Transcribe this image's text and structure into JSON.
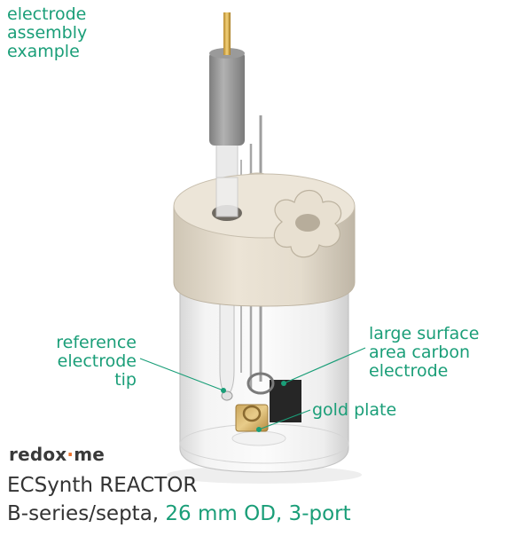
{
  "labels": {
    "assembly": [
      "electrode",
      "assembly",
      "example"
    ],
    "reference": [
      "reference",
      "electrode",
      "tip"
    ],
    "carbon": [
      "large surface",
      "area carbon",
      "electrode"
    ],
    "gold": "gold plate"
  },
  "brand": {
    "prefix": "redox",
    "dot": "·",
    "suffix": "me"
  },
  "title": "ECSynth REACTOR",
  "subtitle": {
    "prefix": "B-series/septa, ",
    "accent": "26 mm OD, 3-port"
  },
  "colors": {
    "label_accent": "#1a9e78",
    "cap": "#e9e1d3",
    "brand_dot": "#e8712a"
  }
}
